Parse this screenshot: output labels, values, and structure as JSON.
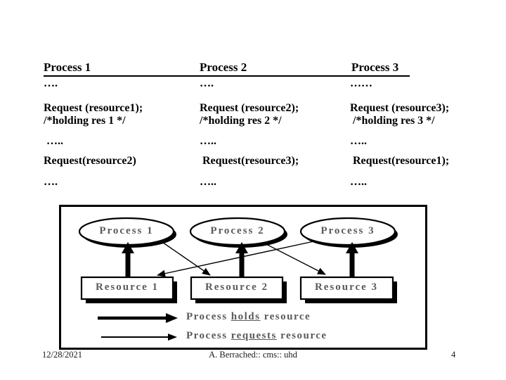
{
  "code_section": {
    "columns": [
      {
        "title": "Process 1",
        "rows": [
          "….",
          "Request (resource1);\n/*holding res 1 */",
          " …..",
          "Request(resource2)",
          "…."
        ]
      },
      {
        "title": "Process 2",
        "rows": [
          "….",
          "Request (resource2);\n/*holding res 2 */",
          "…..",
          " Request(resource3);",
          "….."
        ]
      },
      {
        "title": "Process 3",
        "rows": [
          "……",
          "Request (resource3);\n /*holding res 3 */",
          "…..",
          " Request(resource1);",
          "….."
        ]
      }
    ]
  },
  "diagram": {
    "processes": [
      {
        "label": "Process 1"
      },
      {
        "label": "Process 2"
      },
      {
        "label": "Process 3"
      }
    ],
    "resources": [
      {
        "label": "Resource 1"
      },
      {
        "label": "Resource 2"
      },
      {
        "label": "Resource 3"
      }
    ],
    "edges": {
      "holds": [
        {
          "from": "Resource 1",
          "to": "Process 1"
        },
        {
          "from": "Resource 2",
          "to": "Process 2"
        },
        {
          "from": "Resource 3",
          "to": "Process 3"
        }
      ],
      "requests": [
        {
          "from": "Process 1",
          "to": "Resource 2"
        },
        {
          "from": "Process 2",
          "to": "Resource 3"
        },
        {
          "from": "Process 3",
          "to": "Resource 1"
        }
      ]
    },
    "legend": [
      {
        "arrow": "thick",
        "pre": "Process ",
        "underline": "holds",
        "post": " resource"
      },
      {
        "arrow": "thin",
        "pre": "Process ",
        "underline": "requests",
        "post": " resource"
      }
    ]
  },
  "footer": {
    "date": "12/28/2021",
    "credit": "A. Berrached:: cms:: uhd",
    "page_number": "4"
  },
  "colors": {
    "background": "#ffffff",
    "text": "#000000",
    "diagram_label": "#5a5a5a"
  }
}
